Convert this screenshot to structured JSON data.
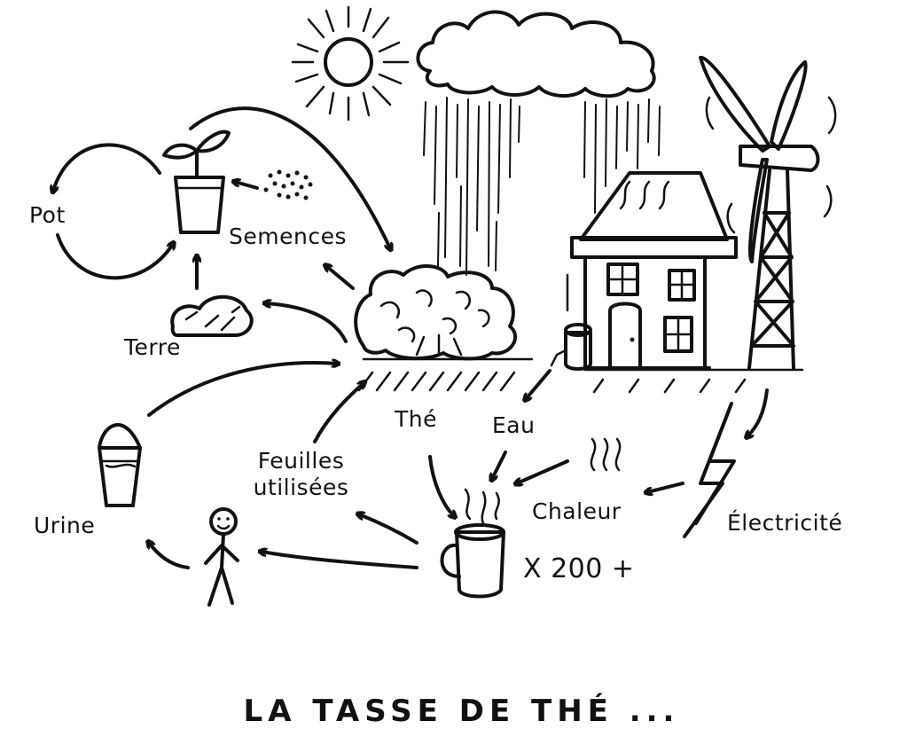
{
  "diagram": {
    "nodes": [
      {
        "id": "pot",
        "label": "Pot"
      },
      {
        "id": "semences",
        "label": "Semences"
      },
      {
        "id": "terre",
        "label": "Terre"
      },
      {
        "id": "the",
        "label": "Thé"
      },
      {
        "id": "eau",
        "label": "Eau"
      },
      {
        "id": "feuilles",
        "label": "Feuilles utilisées"
      },
      {
        "id": "chaleur",
        "label": "Chaleur"
      },
      {
        "id": "electricite",
        "label": "Électricité"
      },
      {
        "id": "urine",
        "label": "Urine"
      },
      {
        "id": "multiplier",
        "label": "X 200 +"
      }
    ],
    "title": "LA TASSE DE THÉ ... "
  },
  "icons": [
    "sun-icon",
    "cloud-icon",
    "rain-icon",
    "seedling-pot-icon",
    "seeds-icon",
    "soil-icon",
    "tea-bush-icon",
    "house-icon",
    "water-butt-icon",
    "wind-turbine-icon",
    "lightning-icon",
    "heat-waves-icon",
    "tea-mug-icon",
    "stick-figure-icon",
    "bucket-icon"
  ],
  "colors": {
    "ink": "#111111",
    "paper": "#ffffff"
  }
}
